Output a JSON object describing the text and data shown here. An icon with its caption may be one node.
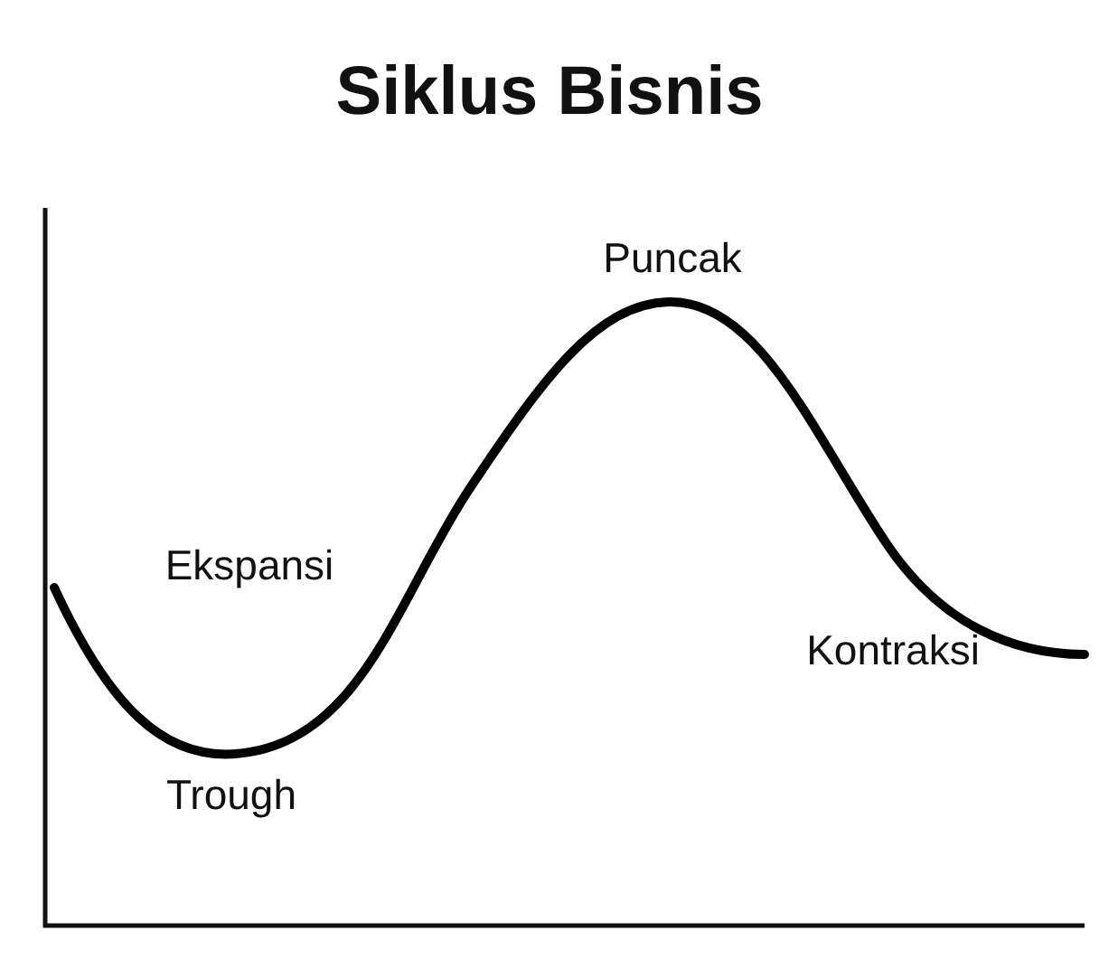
{
  "diagram": {
    "title": "Siklus Bisnis",
    "labels": [
      "Puncak",
      "Ekspansi",
      "Kontraksi",
      "Trough"
    ]
  }
}
